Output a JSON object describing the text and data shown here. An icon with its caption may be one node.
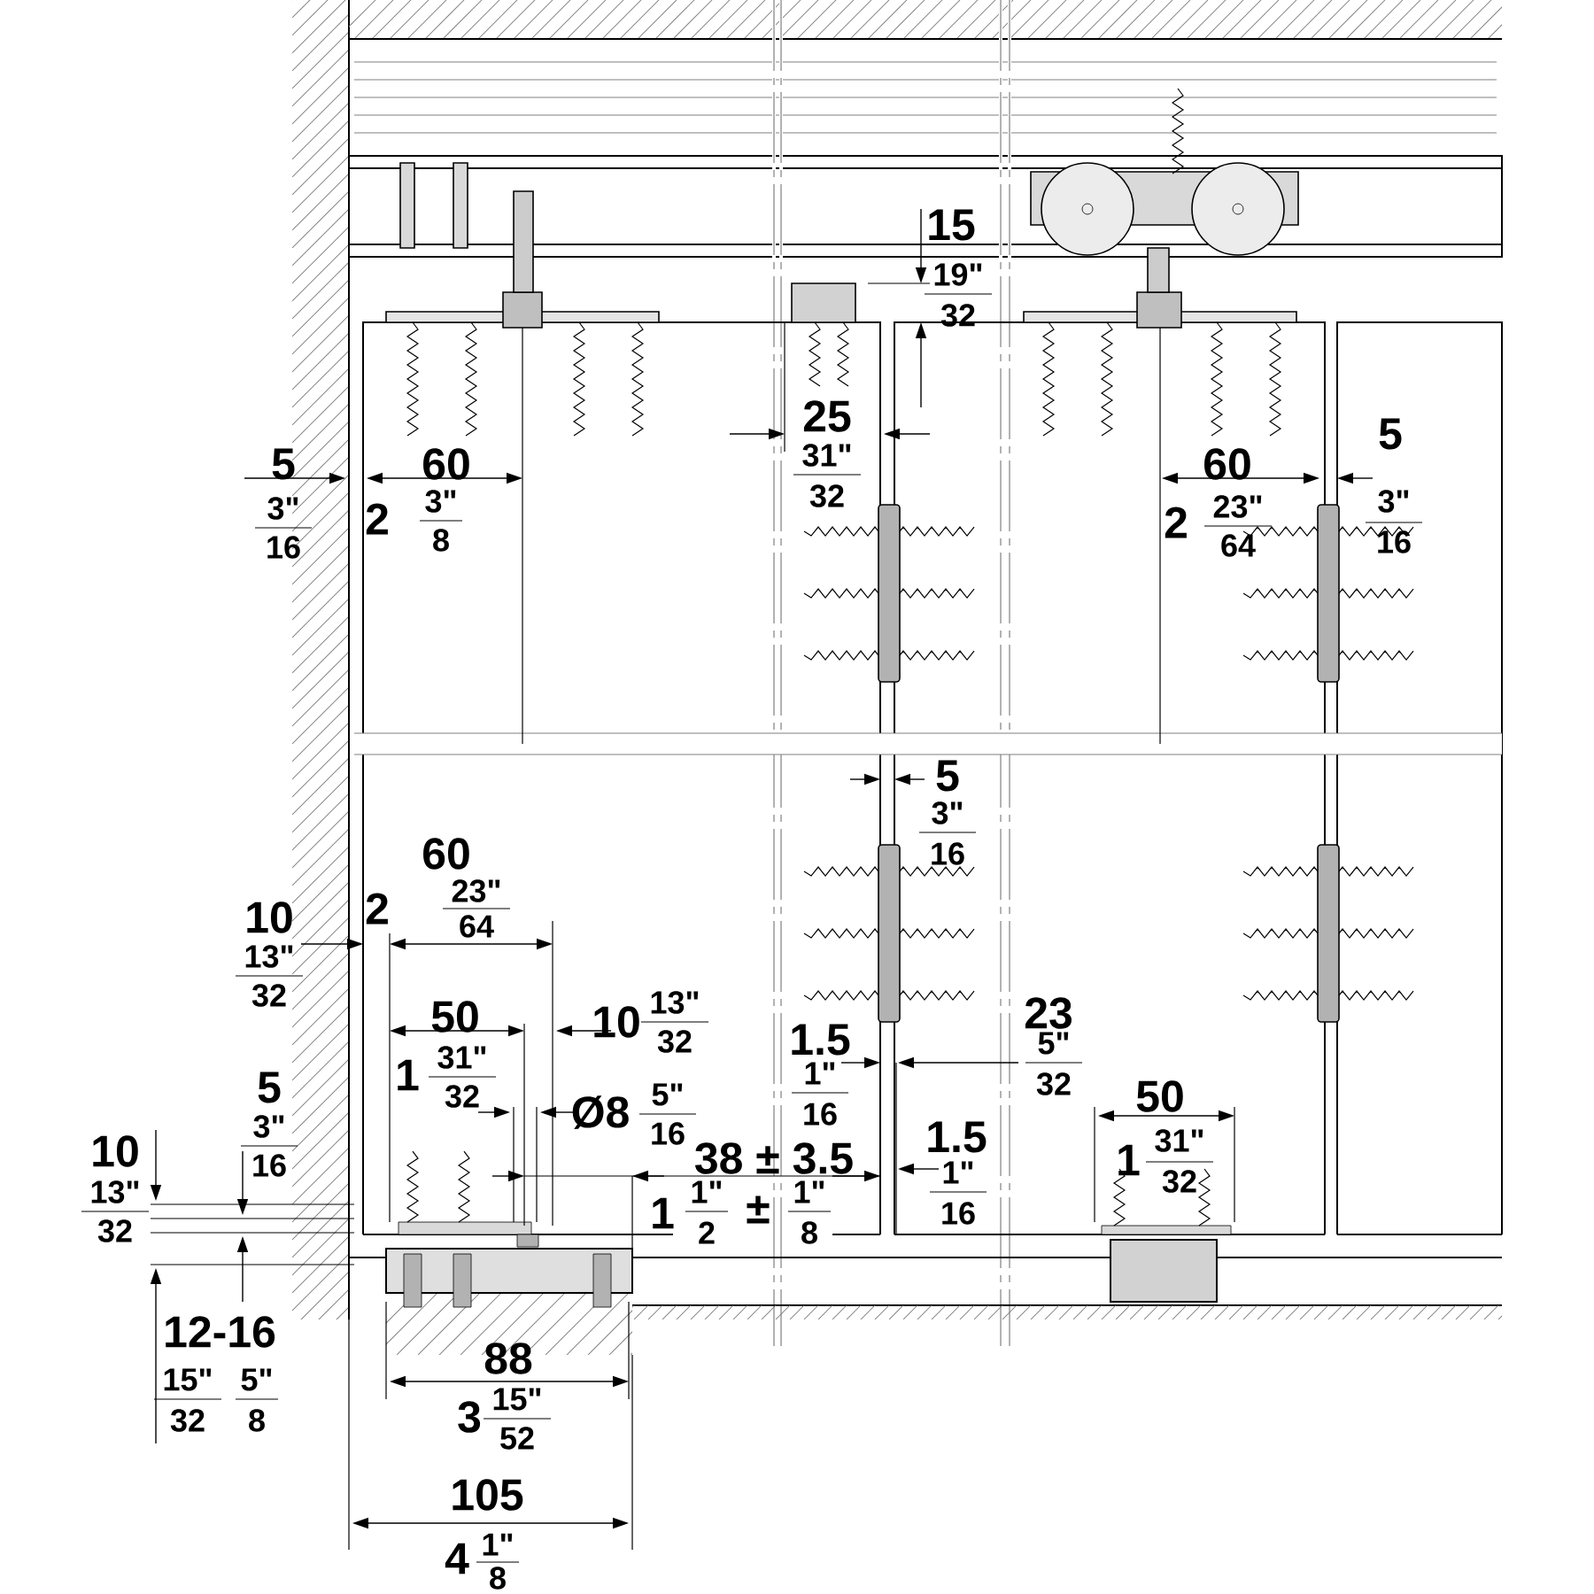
{
  "diagram": {
    "labels": [
      "15",
      "19\"",
      "32",
      "25",
      "31\"",
      "32",
      "5",
      "3\"",
      "16",
      "60",
      "2",
      "3\"",
      "8",
      "60",
      "2",
      "23\"",
      "64",
      "5",
      "3\"",
      "16",
      "5",
      "3\"",
      "16",
      "60",
      "2",
      "23\"",
      "64",
      "10",
      "13\"",
      "32",
      "50",
      "1",
      "31\"",
      "32",
      "10",
      "13\"",
      "32",
      "23",
      "5\"",
      "32",
      "1.5",
      "1\"",
      "16",
      "5",
      "3\"",
      "16",
      "Ø8",
      "5\"",
      "16",
      "50",
      "1",
      "31\"",
      "32",
      "10",
      "13\"",
      "32",
      "38 ± 3.5",
      "1",
      "1\"",
      "2",
      "±",
      "1\"",
      "8",
      "1.5",
      "1\"",
      "16",
      "12-16",
      "15\"",
      "32",
      "5\"",
      "8",
      "88",
      "3",
      "15\"",
      "52",
      "105",
      "4",
      "1\"",
      "8"
    ]
  }
}
